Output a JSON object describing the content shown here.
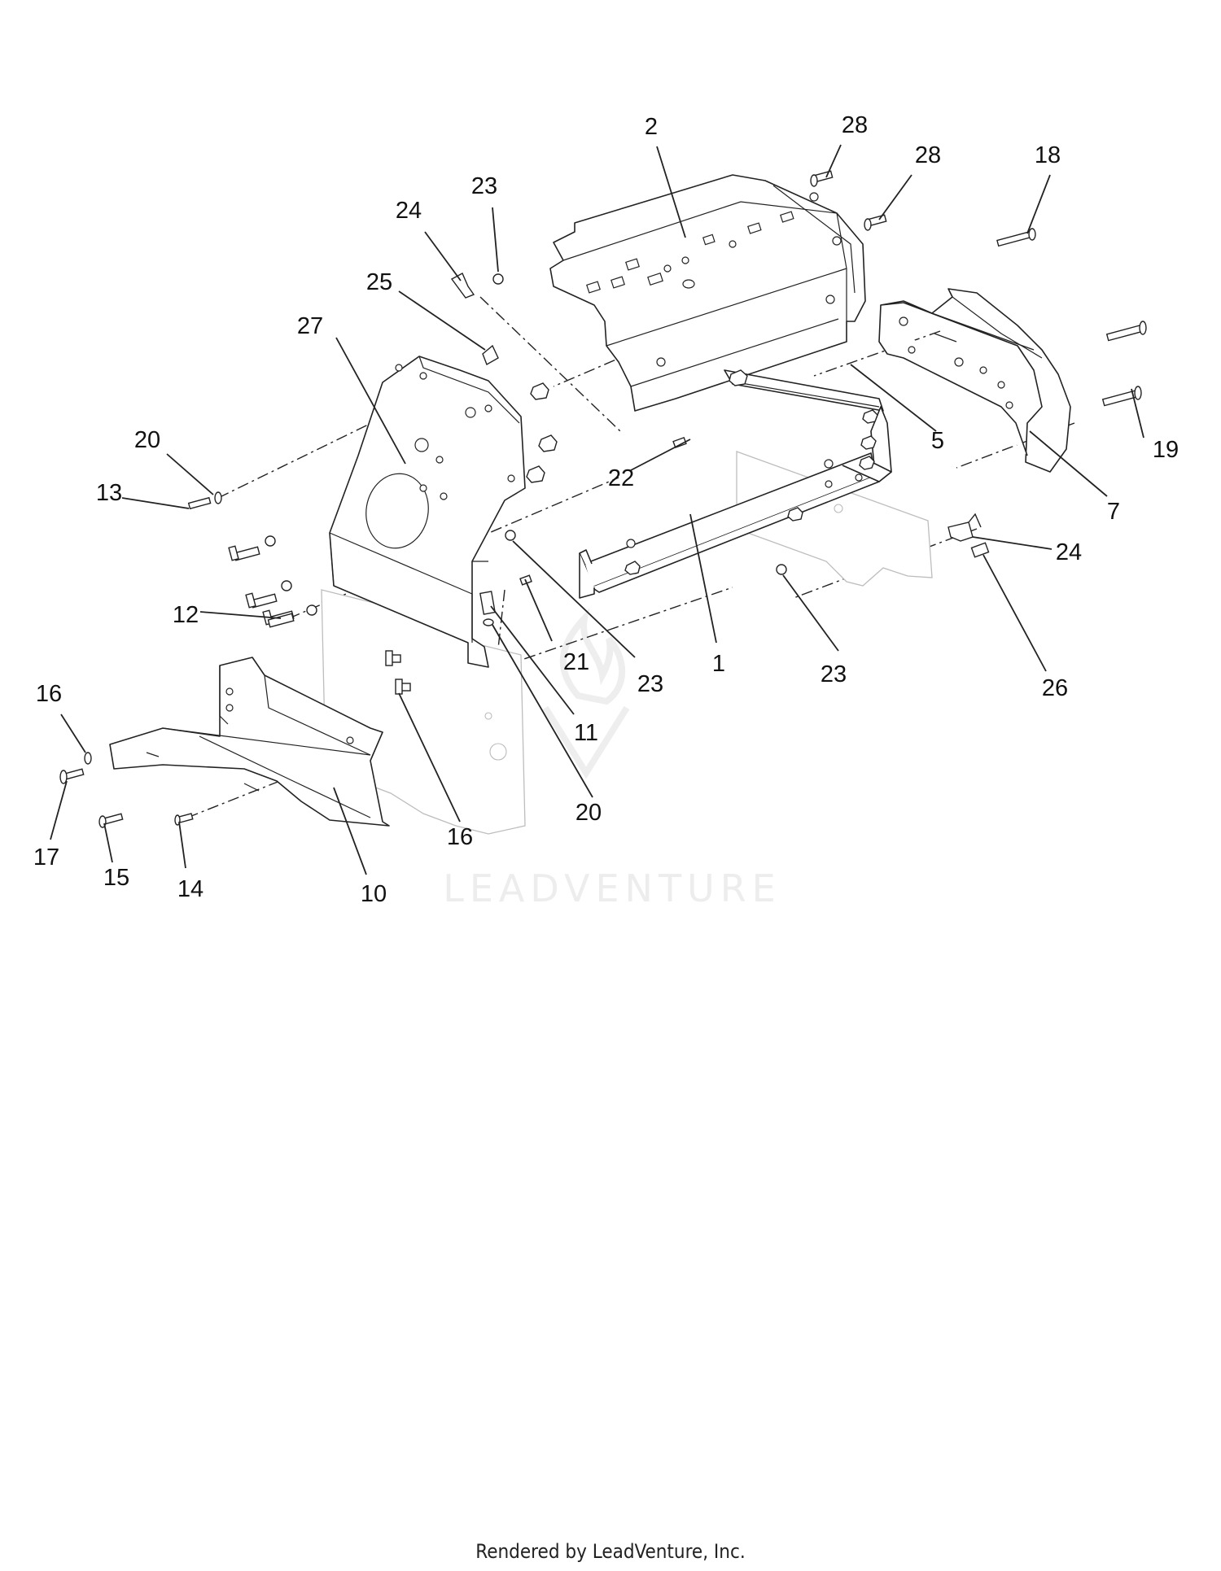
{
  "diagram": {
    "callouts": [
      {
        "id": "c2",
        "label": "2"
      },
      {
        "id": "c28a",
        "label": "28"
      },
      {
        "id": "c28b",
        "label": "28"
      },
      {
        "id": "c18",
        "label": "18"
      },
      {
        "id": "c23a",
        "label": "23"
      },
      {
        "id": "c24a",
        "label": "24"
      },
      {
        "id": "c25",
        "label": "25"
      },
      {
        "id": "c27",
        "label": "27"
      },
      {
        "id": "c20a",
        "label": "20"
      },
      {
        "id": "c13",
        "label": "13"
      },
      {
        "id": "c5",
        "label": "5"
      },
      {
        "id": "c19",
        "label": "19"
      },
      {
        "id": "c22",
        "label": "22"
      },
      {
        "id": "c7",
        "label": "7"
      },
      {
        "id": "c24b",
        "label": "24"
      },
      {
        "id": "c12",
        "label": "12"
      },
      {
        "id": "c21",
        "label": "21"
      },
      {
        "id": "c1",
        "label": "1"
      },
      {
        "id": "c23b",
        "label": "23"
      },
      {
        "id": "c23c",
        "label": "23"
      },
      {
        "id": "c26",
        "label": "26"
      },
      {
        "id": "c16a",
        "label": "16"
      },
      {
        "id": "c11",
        "label": "11"
      },
      {
        "id": "c20b",
        "label": "20"
      },
      {
        "id": "c16b",
        "label": "16"
      },
      {
        "id": "c17",
        "label": "17"
      },
      {
        "id": "c15",
        "label": "15"
      },
      {
        "id": "c14",
        "label": "14"
      },
      {
        "id": "c10",
        "label": "10"
      }
    ],
    "watermark": "LEADVENTURE"
  },
  "footer": {
    "text": "Rendered by LeadVenture, Inc."
  }
}
